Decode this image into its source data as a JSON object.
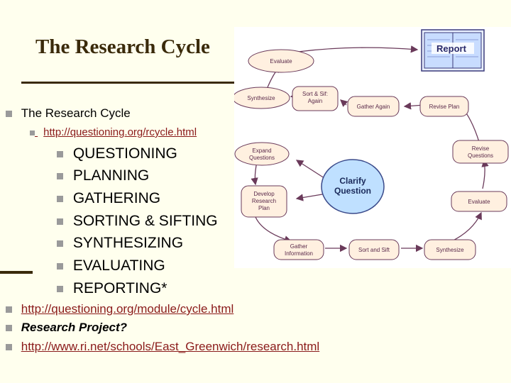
{
  "slide": {
    "title": "The Research Cycle",
    "bullets": {
      "level1_main": "The Research Cycle",
      "level2_link": "http://questioning.org/rcycle.html",
      "stages": [
        "QUESTIONING",
        "PLANNING",
        "GATHERING",
        "SORTING & SIFTING",
        "SYNTHESIZING",
        "EVALUATING",
        "REPORTING*"
      ]
    },
    "bottom_bullets": {
      "link1": "http://questioning.org/module/cycle.html",
      "project": "Research Project?",
      "link2": "http://www.ri.net/schools/East_Greenwich/research.html"
    }
  },
  "diagram": {
    "report": "Report",
    "evaluate_top": "Evaluate",
    "synthesize_top": "Synthesize",
    "sort_sift_again_1": "Sort & Sif:",
    "sort_sift_again_2": "Again",
    "gather_again": "Gather Again",
    "revise_plan": "Revise Plan",
    "expand_questions_1": "Expand",
    "expand_questions_2": "Questions",
    "revise_questions_1": "Revise",
    "revise_questions_2": "Questions",
    "clarify_1": "Clarify",
    "clarify_2": "Question",
    "develop_plan_1": "Develop",
    "develop_plan_2": "Research",
    "develop_plan_3": "Plan",
    "evaluate_right": "Evaluate",
    "gather_info_1": "Gather",
    "gather_info_2": "Information",
    "sort_and_sift": "Sort and Sift",
    "synthesize_bottom": "Synthesize",
    "colors": {
      "node_fill": "#fff0e0",
      "node_stroke": "#6a3a5a",
      "hub_fill": "#bfe0ff",
      "report_fill": "#c8dcff",
      "arrow": "#6a3a5a",
      "text": "#5a2a4a"
    }
  }
}
